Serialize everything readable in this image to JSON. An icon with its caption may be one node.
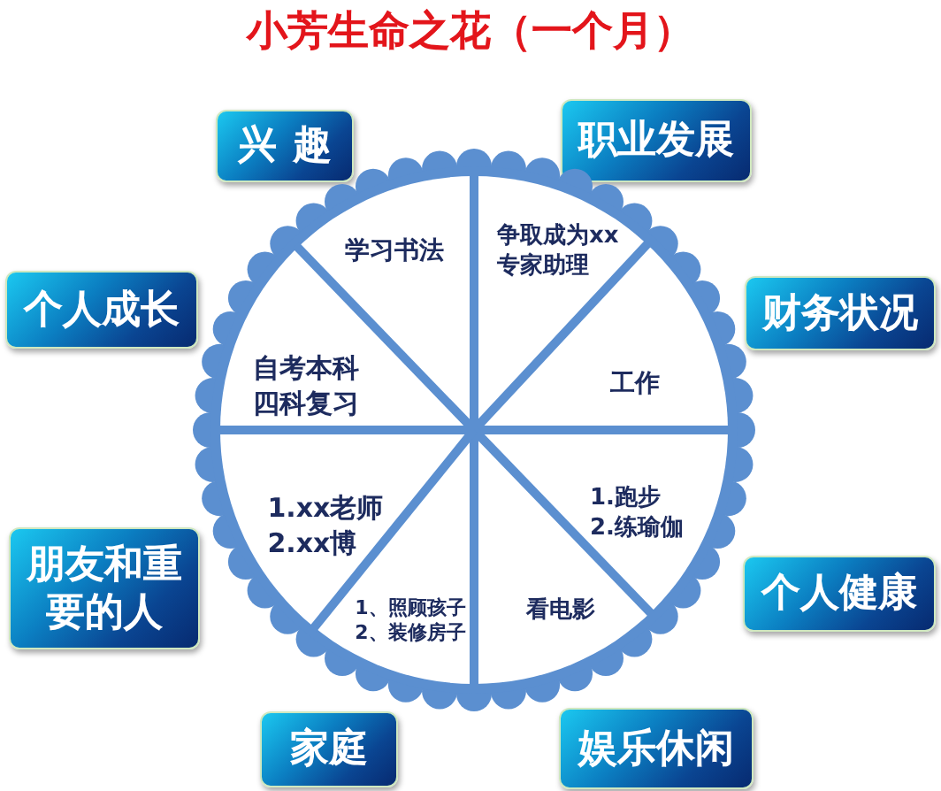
{
  "diagram": {
    "title": "小芳生命之花（一个月）",
    "nodes": [
      {
        "text": [
          "兴趣"
        ]
      },
      {
        "text": [
          "职业发展"
        ]
      },
      {
        "text": [
          "个人成长"
        ]
      },
      {
        "text": [
          "财务状况"
        ]
      },
      {
        "text": [
          "朋友和重要的人"
        ]
      },
      {
        "text": [
          "个人健康"
        ]
      },
      {
        "text": [
          "家庭"
        ]
      },
      {
        "text": [
          "娱乐休闲"
        ]
      },
      {
        "text": [],
        "shape": "circle"
      },
      {
        "text": [
          "学习书法"
        ],
        "in": 8
      },
      {
        "text": [
          "争取成为xx专家助理"
        ],
        "in": 8
      },
      {
        "text": [
          "自考本科四科复习"
        ],
        "in": 8
      },
      {
        "text": [
          "工作"
        ],
        "in": 8
      },
      {
        "text": [
          "1.xx老师",
          "2.xx博"
        ],
        "in": 8
      },
      {
        "text": [
          "1.跑步",
          "2.练瑜伽"
        ],
        "in": 8
      },
      {
        "text": [
          "1、照顾孩子",
          "2、装修房子"
        ],
        "in": 8
      },
      {
        "text": [
          "看电影"
        ],
        "in": 8
      }
    ]
  }
}
